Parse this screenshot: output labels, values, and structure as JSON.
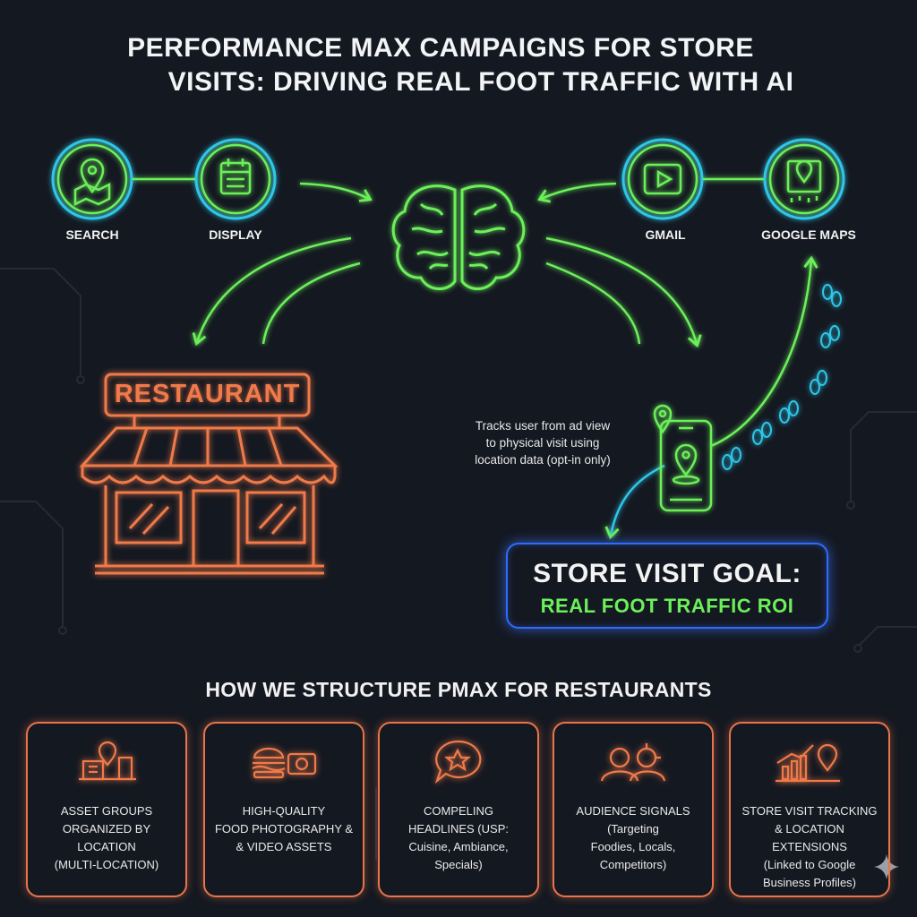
{
  "title": {
    "line1": "PERFORMANCE MAX CAMPAIGNS FOR STORE",
    "line2": "VISITS: DRIVING REAL FOOT TRAFFIC WITH AI"
  },
  "channels": [
    {
      "label": "SEARCH",
      "icon": "map-pin-icon"
    },
    {
      "label": "DISPLAY",
      "icon": "calendar-icon"
    },
    {
      "label": "GMAIL",
      "icon": "video-play-icon"
    },
    {
      "label": "GOOGLE MAPS",
      "icon": "map-icon"
    }
  ],
  "store_sign": "RESTAURANT",
  "tracking_note": [
    "Tracks user from ad view",
    "to physical visit using",
    "location data (opt-in only)"
  ],
  "goal": {
    "title": "STORE VISIT GOAL:",
    "subtitle": "REAL FOOT TRAFFIC ROI"
  },
  "section_title": "HOW WE STRUCTURE PMAX FOR RESTAURANTS",
  "cards": [
    {
      "icon": "location-buildings-icon",
      "lines": [
        "ASSET GROUPS",
        "ORGANIZED BY",
        "LOCATION",
        "(MULTI-LOCATION)"
      ]
    },
    {
      "icon": "burger-camera-icon",
      "lines": [
        "HIGH-QUALITY",
        "FOOD PHOTOGRAPHY &",
        "& VIDEO ASSETS"
      ]
    },
    {
      "icon": "star-speech-bubble-icon",
      "lines": [
        "COMPELING",
        "HEADLINES (USP:",
        "Cuisine, Ambiance,",
        "Specials)"
      ]
    },
    {
      "icon": "audience-target-icon",
      "lines": [
        "AUDIENCE SIGNALS",
        "(Targeting",
        "Foodies, Locals,",
        "Competitors)"
      ]
    },
    {
      "icon": "growth-chart-pin-icon",
      "lines": [
        "STORE VISIT TRACKING",
        "& LOCATION EXTENSIONS",
        "(Linked to Google",
        "Business Profiles)"
      ]
    }
  ],
  "colors": {
    "background": "#141821",
    "neon_green": "#6cf05a",
    "neon_blue": "#2ec7e8",
    "neon_orange": "#f07a4a",
    "goal_border": "#2f6bff"
  }
}
